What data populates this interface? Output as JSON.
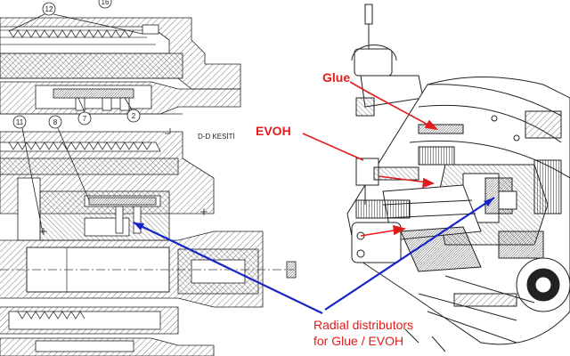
{
  "labels": {
    "glue": "Glue",
    "evoh": "EVOH",
    "note_line1": "Radial distributors",
    "note_line2": "for Glue  / EVOH",
    "section": "D-D KESİTİ"
  },
  "balloons": [
    "12",
    "16",
    "7",
    "2",
    "11",
    "8"
  ],
  "colors": {
    "label": "#e31b1b",
    "pointer": "#1a23c7",
    "line": "#222222",
    "hatch": "#555555"
  }
}
